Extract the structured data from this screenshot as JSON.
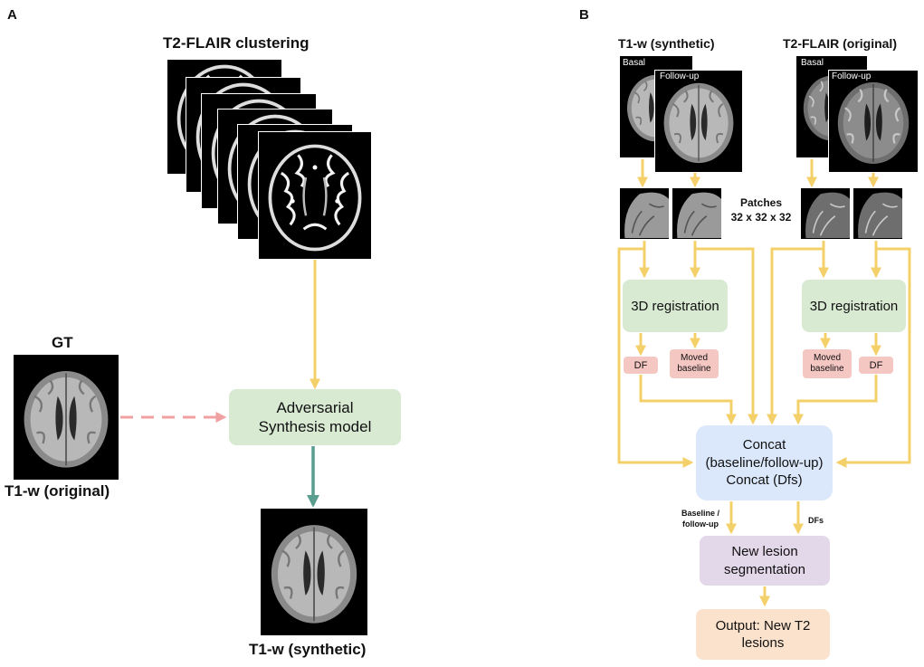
{
  "panel_a": {
    "letter": "A",
    "cluster_heading": "T2-FLAIR clustering",
    "gt_label": "GT",
    "t1_original_label": "T1-w (original)",
    "model_label_line1": "Adversarial",
    "model_label_line2": "Synthesis model",
    "t1_synthetic_label": "T1-w (synthetic)"
  },
  "panel_b": {
    "letter": "B",
    "t1_synthetic_heading": "T1-w (synthetic)",
    "flair_original_heading": "T2-FLAIR (original)",
    "basal_label": "Basal",
    "followup_label": "Follow-up",
    "patches_line1": "Patches",
    "patches_line2": "32 x 32 x 32",
    "registration_label": "3D registration",
    "df_label": "DF",
    "moved_line1": "Moved",
    "moved_line2": "baseline",
    "concat_line1": "Concat",
    "concat_line2": "(baseline/follow-up)",
    "concat_line3": "Concat (Dfs)",
    "edge_baseline_line1": "Baseline /",
    "edge_baseline_line2": "follow-up",
    "edge_dfs": "DFs",
    "segmentation_line1": "New lesion",
    "segmentation_line2": "segmentation",
    "output_line1": "Output: New T2",
    "output_line2": "lesions"
  },
  "colors": {
    "arrow_yellow": "#f4d06b",
    "arrow_teal": "#5a9e8f",
    "arrow_dashed_pink": "#f0a0a0",
    "box_green": "#d9ead3",
    "box_blue": "#dbe8fb",
    "box_purple": "#e3d7ea",
    "box_peach": "#fbe2cc",
    "box_pink": "#f4c7c3"
  }
}
